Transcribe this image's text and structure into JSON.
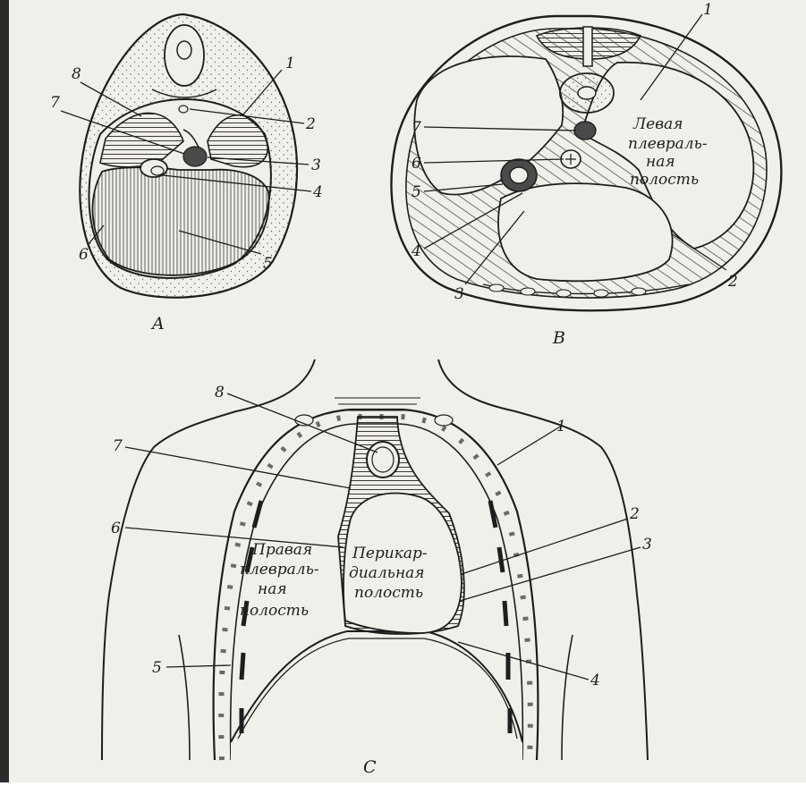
{
  "figure": {
    "colors": {
      "paper": "#f1efe9",
      "ink": "#1e1e1e",
      "hatch": "#3a3a3a"
    },
    "panel_a": {
      "letter": "A",
      "numbers": [
        "1",
        "2",
        "3",
        "4",
        "5",
        "6",
        "7",
        "8"
      ]
    },
    "panel_b": {
      "letter": "B",
      "numbers": [
        "1",
        "2",
        "3",
        "4",
        "5",
        "6",
        "7"
      ],
      "left_cavity": [
        "Левая",
        "плевраль-",
        "ная",
        "полость"
      ]
    },
    "panel_c": {
      "letter": "C",
      "numbers": [
        "1",
        "2",
        "3",
        "4",
        "5",
        "6",
        "7",
        "8"
      ],
      "right_cavity": [
        "Правая",
        "плевраль-",
        "ная",
        "полость"
      ],
      "pericardial_cavity": [
        "Перикар-",
        "диальная",
        "полость"
      ]
    }
  }
}
